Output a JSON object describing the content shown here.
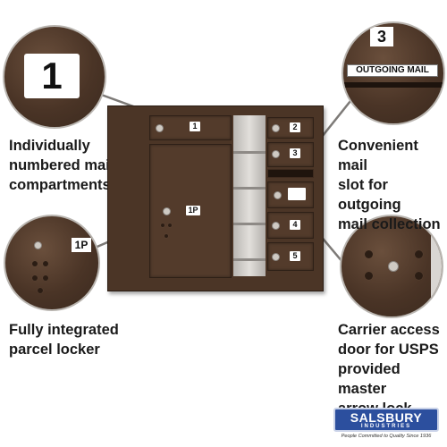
{
  "labels": {
    "compartment_1": "1",
    "compartment_2": "2",
    "compartment_3": "3",
    "compartment_4": "4",
    "compartment_5": "5",
    "parcel_locker": "1P",
    "outgoing_mail": "OUTGOING MAIL"
  },
  "callouts": {
    "numbered": [
      "Individually",
      "numbered mail",
      "compartments"
    ],
    "outgoing": [
      "Convenient mail",
      "slot for outgoing",
      "mail collection"
    ],
    "parcel": [
      "Fully integrated",
      "parcel locker"
    ],
    "carrier": [
      "Carrier access",
      "door for USPS",
      "provided master",
      "arrow lock"
    ]
  },
  "logo": {
    "name": "SALSBURY",
    "sub": "INDUSTRIES",
    "tagline": "People Committed to Quality Since 1936"
  },
  "colors": {
    "bronze": "#4b3526",
    "callout_line": "#7d7a77",
    "logo_blue": "#2c4f9e"
  }
}
